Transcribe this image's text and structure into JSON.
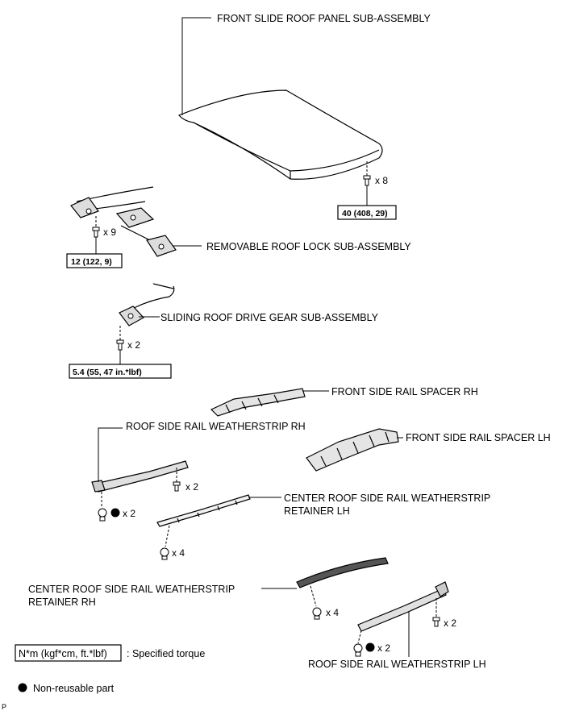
{
  "labels": {
    "front_slide_roof_panel": "FRONT SLIDE ROOF PANEL SUB-ASSEMBLY",
    "removable_roof_lock": "REMOVABLE ROOF LOCK SUB-ASSEMBLY",
    "sliding_roof_drive_gear": "SLIDING ROOF DRIVE GEAR SUB-ASSEMBLY",
    "front_side_rail_spacer_rh": "FRONT SIDE RAIL SPACER RH",
    "roof_side_rail_weatherstrip_rh": "ROOF SIDE RAIL WEATHERSTRIP RH",
    "front_side_rail_spacer_lh": "FRONT SIDE RAIL SPACER LH",
    "center_retainer_lh_line1": "CENTER ROOF SIDE RAIL WEATHERSTRIP",
    "center_retainer_lh_line2": "RETAINER LH",
    "center_retainer_rh_line1": "CENTER ROOF SIDE RAIL WEATHERSTRIP",
    "center_retainer_rh_line2": "RETAINER RH",
    "roof_side_rail_weatherstrip_lh": "ROOF SIDE RAIL WEATHERSTRIP LH"
  },
  "torques": {
    "panel_bolts": "40 (408, 29)",
    "lock_bolts": "12 (122, 9)",
    "drive_gear_bolts": "5.4 (55, 47 in.*lbf)"
  },
  "quantities": {
    "panel_bolts": "x 8",
    "lock_bolts": "x 9",
    "drive_gear_bolts": "x 2",
    "rh_weatherstrip_screws": "x 2",
    "rh_weatherstrip_clips": "x 2",
    "lh_retainer_clips": "x 4",
    "rh_retainer_clips": "x 4",
    "lh_weatherstrip_screws": "x 2",
    "lh_weatherstrip_clips": "x 2"
  },
  "legend": {
    "unit": "N*m (kgf*cm, ft.*lbf)",
    "unit_desc": ": Specified torque",
    "nonreusable": "Non-reusable part"
  },
  "corner_mark": "P"
}
